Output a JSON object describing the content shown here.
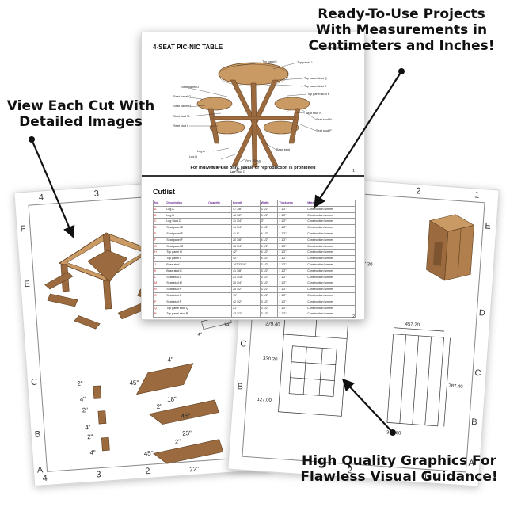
{
  "callouts": {
    "top_right": [
      "Ready-To-Use Projects",
      "With Measurements in",
      "Centimeters and Inches!"
    ],
    "top_left": [
      "View Each Cut With",
      "Detailed Images"
    ],
    "bottom_right": [
      "High Quality Graphics For",
      "Flawless Visual Guidance!"
    ]
  },
  "doc": {
    "title": "4-SEAT PIC-NIC TABLE",
    "url": "www.woodcraftsdiy.com",
    "view_caption": "Iso View",
    "notice": "For individual use only, resale or reproduction is prohibited",
    "page_top": "1",
    "page_bottom": "2",
    "part_labels": [
      "Top panel I",
      "Top panel J",
      "Top panel stud Q",
      "Top panel stud R",
      "Seat panel G",
      "Seat panel H",
      "Seat stud M",
      "Seat stud N",
      "Seat panel O",
      "Seat stud L",
      "Seat stud P",
      "Top panel stud K",
      "Seat stud N",
      "Base stud I",
      "Leg A",
      "Leg B",
      "Leg Stud C",
      "Leg Stud D"
    ],
    "cutlist": {
      "title": "Cutlist",
      "headers": [
        "No.",
        "Description",
        "Quantity",
        "Length",
        "Width",
        "Thickness",
        "Material"
      ],
      "rows": [
        [
          "A",
          "Leg A",
          "",
          "47 7/8\"",
          "3 1/2\"",
          "1 1/2\"",
          "Construction lumber"
        ],
        [
          "B",
          "Leg B",
          "",
          "46 1/2\"",
          "3 1/2\"",
          "1 1/2\"",
          "Construction lumber"
        ],
        [
          "C",
          "Leg Stud C",
          "",
          "31 3/4\"",
          "3\"",
          "1 1/2\"",
          "Construction lumber"
        ],
        [
          "D",
          "Seat panel D",
          "",
          "41 3/4\"",
          "4 1/2\"",
          "1 1/2\"",
          "Construction lumber"
        ],
        [
          "E",
          "Seat panel E",
          "",
          "41 6\"",
          "4 1/2\"",
          "1 1/2\"",
          "Construction lumber"
        ],
        [
          "F",
          "Seat panel F",
          "",
          "20 3/8\"",
          "4 1/2\"",
          "1 1/2\"",
          "Construction lumber"
        ],
        [
          "G",
          "Seat panel G",
          "",
          "18 3/4\"",
          "4 1/2\"",
          "1 1/2\"",
          "Construction lumber"
        ],
        [
          "H",
          "Top panel H",
          "",
          "42\"",
          "4 1/2\"",
          "1 1/2\"",
          "Construction lumber"
        ],
        [
          "I",
          "Top panel I",
          "",
          "42\"",
          "4 1/2\"",
          "1 1/2\"",
          "Construction lumber"
        ],
        [
          "J",
          "Base stud J",
          "",
          "147 33/16\"",
          "3 1/2\"",
          "1 1/2\"",
          "Construction lumber"
        ],
        [
          "K",
          "Base stud K",
          "",
          "41 1/8\"",
          "3 1/2\"",
          "1 1/2\"",
          "Construction lumber"
        ],
        [
          "L",
          "Seat stud L",
          "",
          "21 1/16\"",
          "3 1/2\"",
          "1 1/2\"",
          "Construction lumber"
        ],
        [
          "M",
          "Seat stud M",
          "",
          "20 3/4\"",
          "3 1/2\"",
          "1 1/2\"",
          "Construction lumber"
        ],
        [
          "N",
          "Seat stud N",
          "",
          "20 1/2\"",
          "3 1/2\"",
          "1 1/2\"",
          "Construction lumber"
        ],
        [
          "O",
          "Seat stud O",
          "",
          "19\"",
          "3 1/2\"",
          "1 1/2\"",
          "Construction lumber"
        ],
        [
          "P",
          "Seat stud P",
          "",
          "42 1/2\"",
          "3 1/2\"",
          "1 1/2\"",
          "Construction lumber"
        ],
        [
          "Q",
          "Top panel stud Q",
          "",
          "21\"",
          "3 1/2\"",
          "1 1/2\"",
          "Construction lumber"
        ],
        [
          "R",
          "Top panel stud R",
          "",
          "42 1/2\"",
          "3 1/2\"",
          "1 1/2\"",
          "Construction lumber"
        ]
      ]
    }
  },
  "sheet_left": {
    "col_ticks": [
      "4",
      "3",
      "2",
      "3",
      "4"
    ],
    "row_ticks": [
      "F",
      "E",
      "C",
      "B",
      "A"
    ],
    "dims": [
      "2\"",
      "4\"",
      "2\"",
      "4\"",
      "2\"",
      "4\"",
      "45°",
      "4\"",
      "18\"",
      "2\"",
      "45°",
      "23\"",
      "2\"",
      "45°",
      "22\"",
      "14\"",
      "4\""
    ]
  },
  "sheet_right": {
    "col_ticks": [
      "2",
      "1",
      "2",
      "1"
    ],
    "row_ticks": [
      "E",
      "D",
      "C",
      "B",
      "A",
      "F",
      "E",
      "D",
      "C",
      "B"
    ],
    "dims": [
      "457.20",
      "279.40",
      "330.20",
      "127.00",
      "787.40",
      "355.60",
      "7.20"
    ]
  },
  "colors": {
    "wood": "#9b6b3f",
    "wood_light": "#c99a64",
    "wood_dark": "#5e3d1f",
    "accent_purple": "#6a2c91",
    "accent_red": "#c81a1a"
  }
}
